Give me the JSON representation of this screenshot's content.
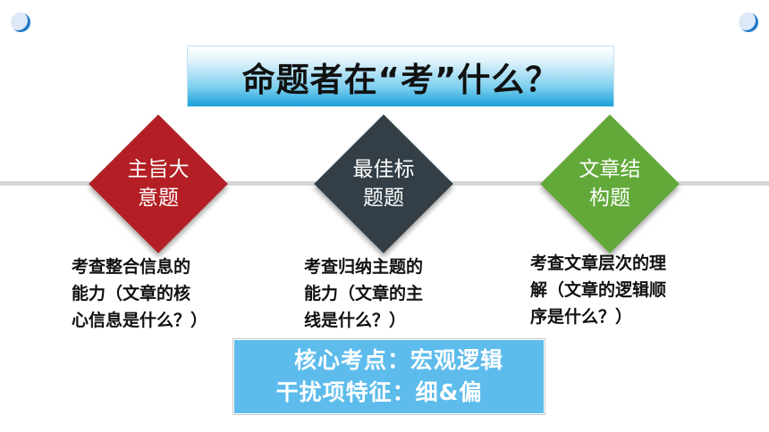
{
  "title": "命题者在“考”什么？",
  "diamonds": [
    {
      "line1": "主旨大",
      "line2": "意题",
      "color": "#b31f24"
    },
    {
      "line1": "最佳标",
      "line2": "题题",
      "color": "#333e46"
    },
    {
      "line1": "文章结",
      "line2": "构题",
      "color": "#62a93a"
    }
  ],
  "descriptions": [
    {
      "text": "考查整合信息的\n能力（文章的核\n心信息是什么？）"
    },
    {
      "text": "考查归纳主题的\n能力（文章的主\n线是什么？）"
    },
    {
      "text": "考查文章层次的理\n解（文章的逻辑顺\n序是什么？）"
    }
  ],
  "core": {
    "line1": "核心考点：宏观逻辑",
    "line2": "干扰项特征：细&偏"
  }
}
